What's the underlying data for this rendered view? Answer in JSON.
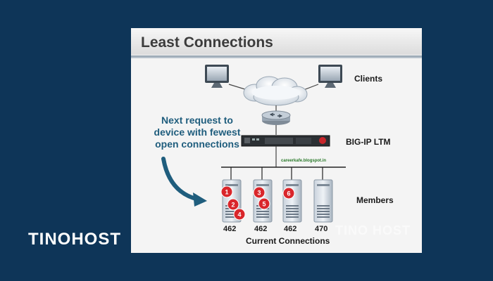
{
  "slide": {
    "title": "Least Connections",
    "labels": {
      "clients": "Clients",
      "ltm": "BIG-IP LTM",
      "members": "Members",
      "current_connections": "Current Connections"
    },
    "callout": {
      "line1": "Next request to",
      "line2": "device with fewest",
      "line3": "open connections"
    },
    "url_text": "careerkafe.blogspot.in",
    "servers": [
      {
        "count": "462",
        "badges": [
          "1",
          "2",
          "4"
        ]
      },
      {
        "count": "462",
        "badges": [
          "3",
          "5"
        ]
      },
      {
        "count": "462",
        "badges": [
          "6"
        ]
      },
      {
        "count": "470",
        "badges": []
      }
    ],
    "colors": {
      "badge": "#d9262b",
      "arrow": "#1f5d7d",
      "background": "#0e3558"
    }
  },
  "brand": {
    "left": "TINOHOST",
    "watermark": "TINO HOST"
  }
}
